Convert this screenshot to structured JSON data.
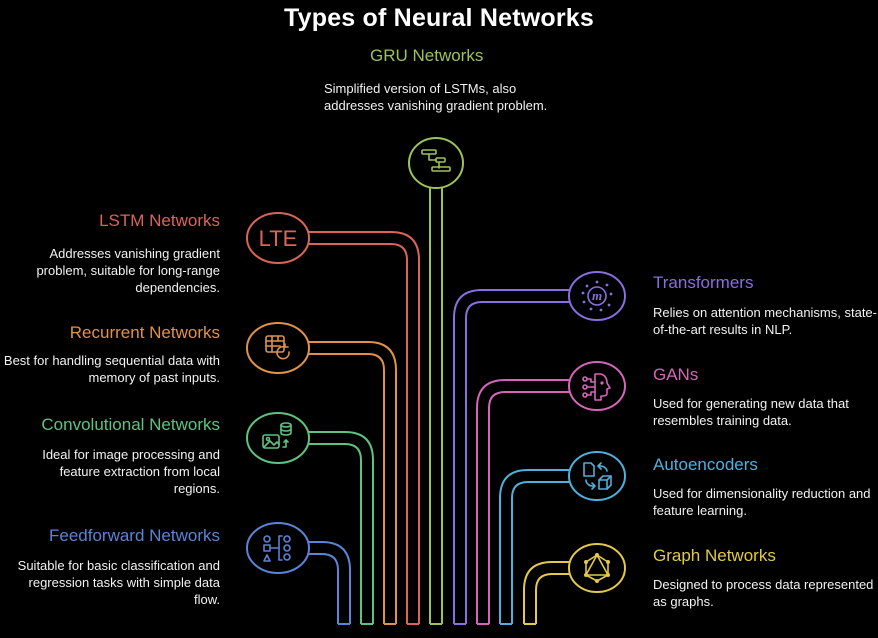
{
  "title": "Types of Neural Networks",
  "nodes": {
    "gru": {
      "title": "GRU Networks",
      "description": "Simplified version of LSTMs, also addresses vanishing gradient problem.",
      "color": "#9cc35a",
      "icon": "gantt-steps-icon"
    },
    "lstm": {
      "title": "LSTM Networks",
      "description": "Addresses vanishing gradient problem, suitable for long-range dependencies.",
      "color": "#d9645a",
      "icon": "lte-text-icon",
      "icon_text": "LTE"
    },
    "recurrent": {
      "title": "Recurrent Networks",
      "description": "Best for handling sequential data with memory of past inputs.",
      "color": "#e0914a",
      "icon": "table-refresh-icon"
    },
    "convolutional": {
      "title": "Convolutional Networks",
      "description": "Ideal for image processing and feature extraction from local regions.",
      "color": "#5fc37f",
      "icon": "image-database-icon"
    },
    "feedforward": {
      "title": "Feedforward Networks",
      "description": "Suitable for basic classification and regression tasks with simple data flow.",
      "color": "#5b83d6",
      "icon": "shapes-tree-icon"
    },
    "transformers": {
      "title": "Transformers",
      "description": "Relies on attention mechanisms, state-of-the-art results in NLP.",
      "color": "#8a6de0",
      "icon": "attention-m-icon",
      "icon_text": "m"
    },
    "gans": {
      "title": "GANs",
      "description": "Used for generating new data that resembles training data.",
      "color": "#d665b8",
      "icon": "ai-head-icon"
    },
    "autoencoders": {
      "title": "Autoencoders",
      "description": "Used for dimensionality reduction and feature learning.",
      "color": "#4fb0dc",
      "icon": "file-cube-transform-icon"
    },
    "graph": {
      "title": "Graph Networks",
      "description": "Designed to process data represented as graphs.",
      "color": "#e2c94a",
      "icon": "graph-triangle-icon"
    }
  }
}
